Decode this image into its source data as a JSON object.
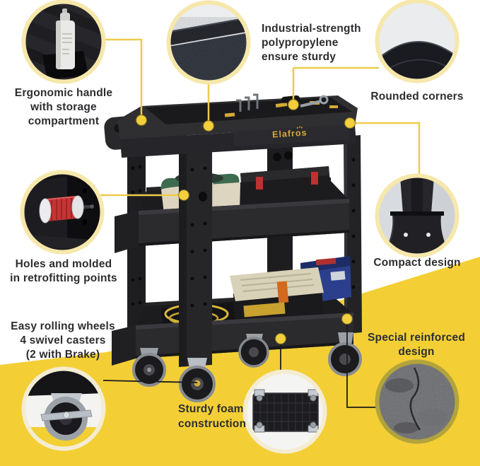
{
  "brand": "Elafros",
  "colors": {
    "background": "#ffffff",
    "accent_yellow": "#F3CF35",
    "ring_pale": "#F6E7AB",
    "ring_olive": "#B2A33C",
    "connector_yellow": "#EFCB4A",
    "connector_dark": "#1C1C1C",
    "text": "#2D2D30",
    "brand_gold": "#D7A93E"
  },
  "callouts": [
    {
      "id": "ergonomic-handle",
      "photo": "spray-can-in-handle-compartment",
      "lines": [
        "Ergonomic handle",
        "with storage",
        "compartment"
      ]
    },
    {
      "id": "polypropylene",
      "photo": "polypropylene-texture-closeup",
      "lines": [
        "Industrial-strength",
        "polypropylene",
        "ensure sturdy"
      ]
    },
    {
      "id": "rounded-corners",
      "photo": "rounded-corner-closeup",
      "lines": [
        "Rounded corners"
      ]
    },
    {
      "id": "retrofitting-holes",
      "photo": "wire-spool-through-holes",
      "lines": [
        "Holes and molded",
        "in retrofitting points"
      ]
    },
    {
      "id": "compact-design",
      "photo": "leg-joint-closeup",
      "lines": [
        "Compact design"
      ]
    },
    {
      "id": "rolling-wheels",
      "photo": "swivel-caster-with-brake",
      "lines": [
        "Easy rolling wheels",
        "4 swivel casters",
        "(2 with Brake)"
      ]
    },
    {
      "id": "foam-construction",
      "photo": "cart-underside-foam",
      "lines": [
        "Sturdy foam",
        "construction"
      ]
    },
    {
      "id": "reinforced-design",
      "photo": "reinforced-material-texture",
      "lines": [
        "Special reinforced",
        "design"
      ]
    }
  ]
}
